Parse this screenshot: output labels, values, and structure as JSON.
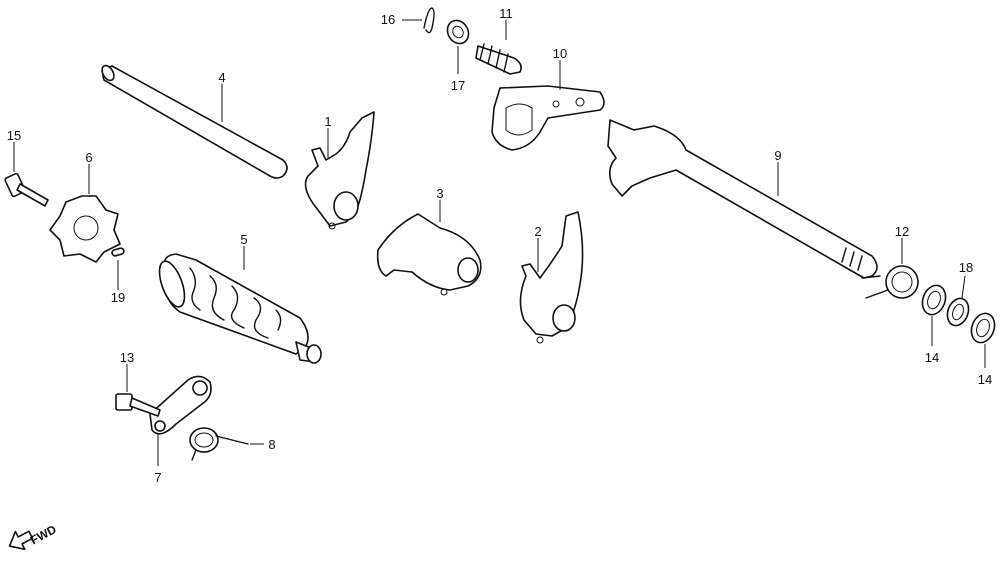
{
  "callouts": {
    "c1": "1",
    "c2": "2",
    "c3": "3",
    "c4": "4",
    "c5": "5",
    "c6": "6",
    "c7": "7",
    "c8": "8",
    "c9": "9",
    "c10": "10",
    "c11": "11",
    "c12": "12",
    "c13": "13",
    "c14a": "14",
    "c14b": "14",
    "c15": "15",
    "c16": "16",
    "c17": "17",
    "c18": "18",
    "c19": "19"
  },
  "direction": {
    "label": "FWD"
  },
  "colors": {
    "ink": "#111111",
    "paper": "#ffffff"
  }
}
